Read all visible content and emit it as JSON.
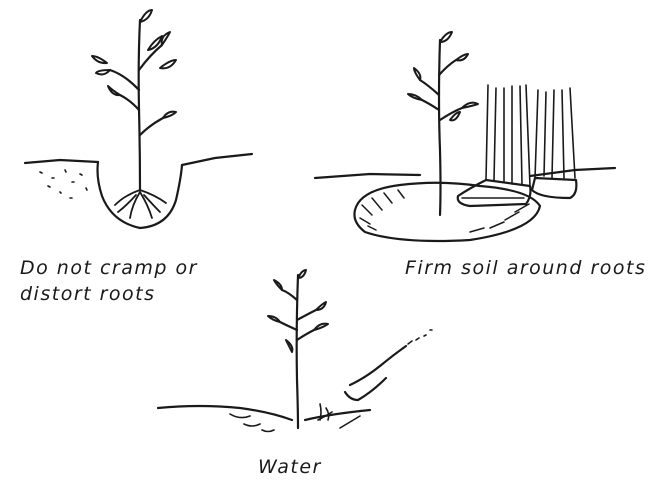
{
  "captions": {
    "cramp_line1": "Do not cramp or",
    "cramp_line2": "distort roots",
    "firm": "Firm soil around roots",
    "water": "Water"
  },
  "colors": {
    "ink": "#1a1a1a",
    "paper": "#ffffff"
  }
}
